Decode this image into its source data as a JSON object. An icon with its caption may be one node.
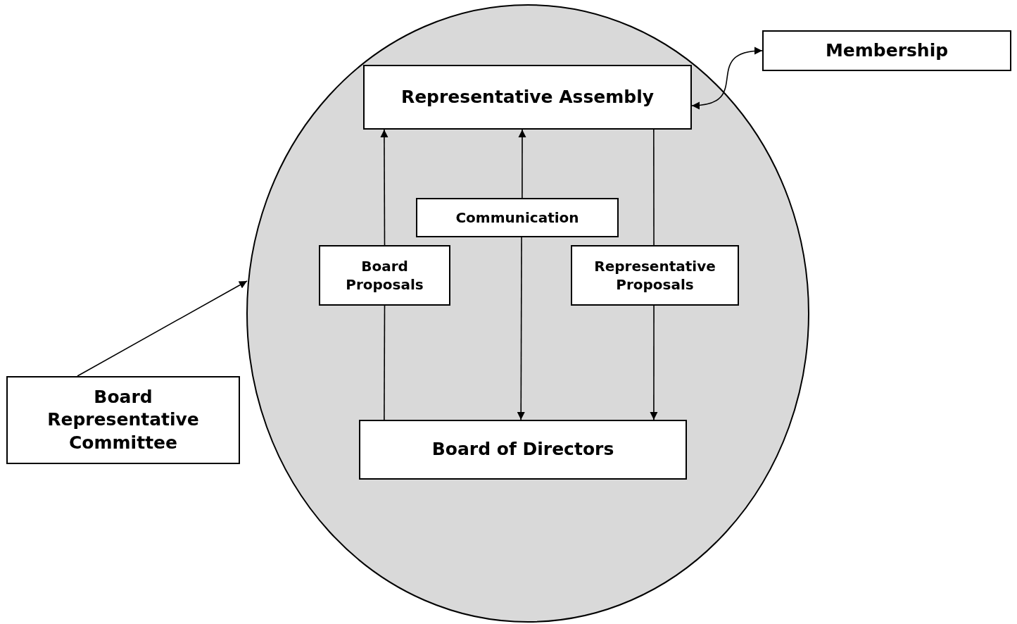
{
  "diagram": {
    "nodes": [
      {
        "text": [],
        "shape": "circle"
      },
      {
        "text": [
          "Membership"
        ]
      },
      {
        "text": [
          "Representative Assembly"
        ],
        "in": 0
      },
      {
        "text": [
          "Communication"
        ],
        "in": 0
      },
      {
        "text": [
          "Board Proposals"
        ],
        "in": 0
      },
      {
        "text": [
          "Representative Proposals"
        ],
        "in": 0
      },
      {
        "text": [
          "Board Representative Committee"
        ]
      },
      {
        "text": [
          "Board of Directors"
        ],
        "in": 0
      }
    ],
    "edges": [
      {
        "from": 6,
        "to": 0,
        "arrow": "to"
      },
      {
        "from": 2,
        "to": 1,
        "arrow": "both"
      },
      {
        "from": 7,
        "to": 4,
        "arrow": "none"
      },
      {
        "from": 4,
        "to": 2,
        "arrow": "to"
      },
      {
        "from": 3,
        "to": 2,
        "arrow": "to"
      },
      {
        "from": 3,
        "to": 7,
        "arrow": "to"
      },
      {
        "from": 2,
        "to": 5,
        "arrow": "none"
      },
      {
        "from": 5,
        "to": 7,
        "arrow": "to"
      }
    ]
  }
}
